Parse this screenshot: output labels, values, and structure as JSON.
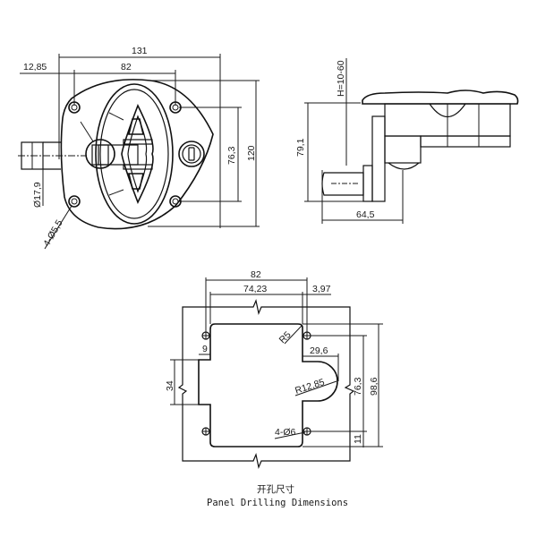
{
  "front_view": {
    "dims": {
      "overall_width": "131",
      "hole_spacing_x": "82",
      "offset_left": "12,85",
      "hole_spacing_y": "76,3",
      "overall_height": "120",
      "spindle_diameter": "Ø17,9",
      "mounting_holes": "4-Ø5,5"
    }
  },
  "side_view": {
    "dims": {
      "panel_thickness": "H=10-60",
      "depth": "79,1",
      "projection": "64,5"
    }
  },
  "panel_cutout": {
    "dims": {
      "hole_spacing_x": "82",
      "cutout_width": "74,23",
      "edge_offset": "3,97",
      "corner_radius": "R5",
      "notch_depth": "29,6",
      "notch_radius": "R12,85",
      "left_notch_width": "9",
      "left_notch_height": "34",
      "hole_spacing_y": "76,3",
      "cutout_height": "98,6",
      "bottom_offset": "11",
      "holes": "4-Ø6"
    },
    "caption_cn": "开孔尺寸",
    "caption_en": "Panel Drilling Dimensions"
  }
}
